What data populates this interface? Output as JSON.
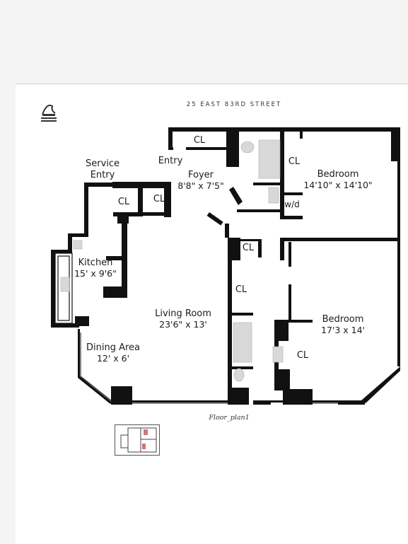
{
  "address": "25 EAST 83RD STREET",
  "caption": "Floor_plan1",
  "colors": {
    "wall": "#111111",
    "fixture": "#d8d8d8",
    "background": "#f4f4f4",
    "sheet": "#ffffff"
  },
  "icons": {
    "logo": "building-logo-icon",
    "thumbnail": "floor-plan-thumbnail"
  },
  "rooms": {
    "service_entry": {
      "name": "Service\nEntry"
    },
    "entry": {
      "name": "Entry"
    },
    "foyer": {
      "name": "Foyer",
      "dims": "8'8\" x 7'5\""
    },
    "kitchen": {
      "name": "Kitchen",
      "dims": "15' x 9'6\""
    },
    "living_room": {
      "name": "Living Room",
      "dims": "23'6\" x 13'"
    },
    "dining_area": {
      "name": "Dining Area",
      "dims": "12' x 6'"
    },
    "bedroom_1": {
      "name": "Bedroom",
      "dims": "14'10\" x 14'10\""
    },
    "bedroom_2": {
      "name": "Bedroom",
      "dims": "17'3 x 14'"
    }
  },
  "closets": {
    "foyer_top": "CL",
    "foyer_left": "CL",
    "service": "CL",
    "bedroom_1": "CL",
    "hall_small": "CL",
    "hall": "CL",
    "bedroom_2": "CL",
    "washer_dryer": "w/d"
  }
}
